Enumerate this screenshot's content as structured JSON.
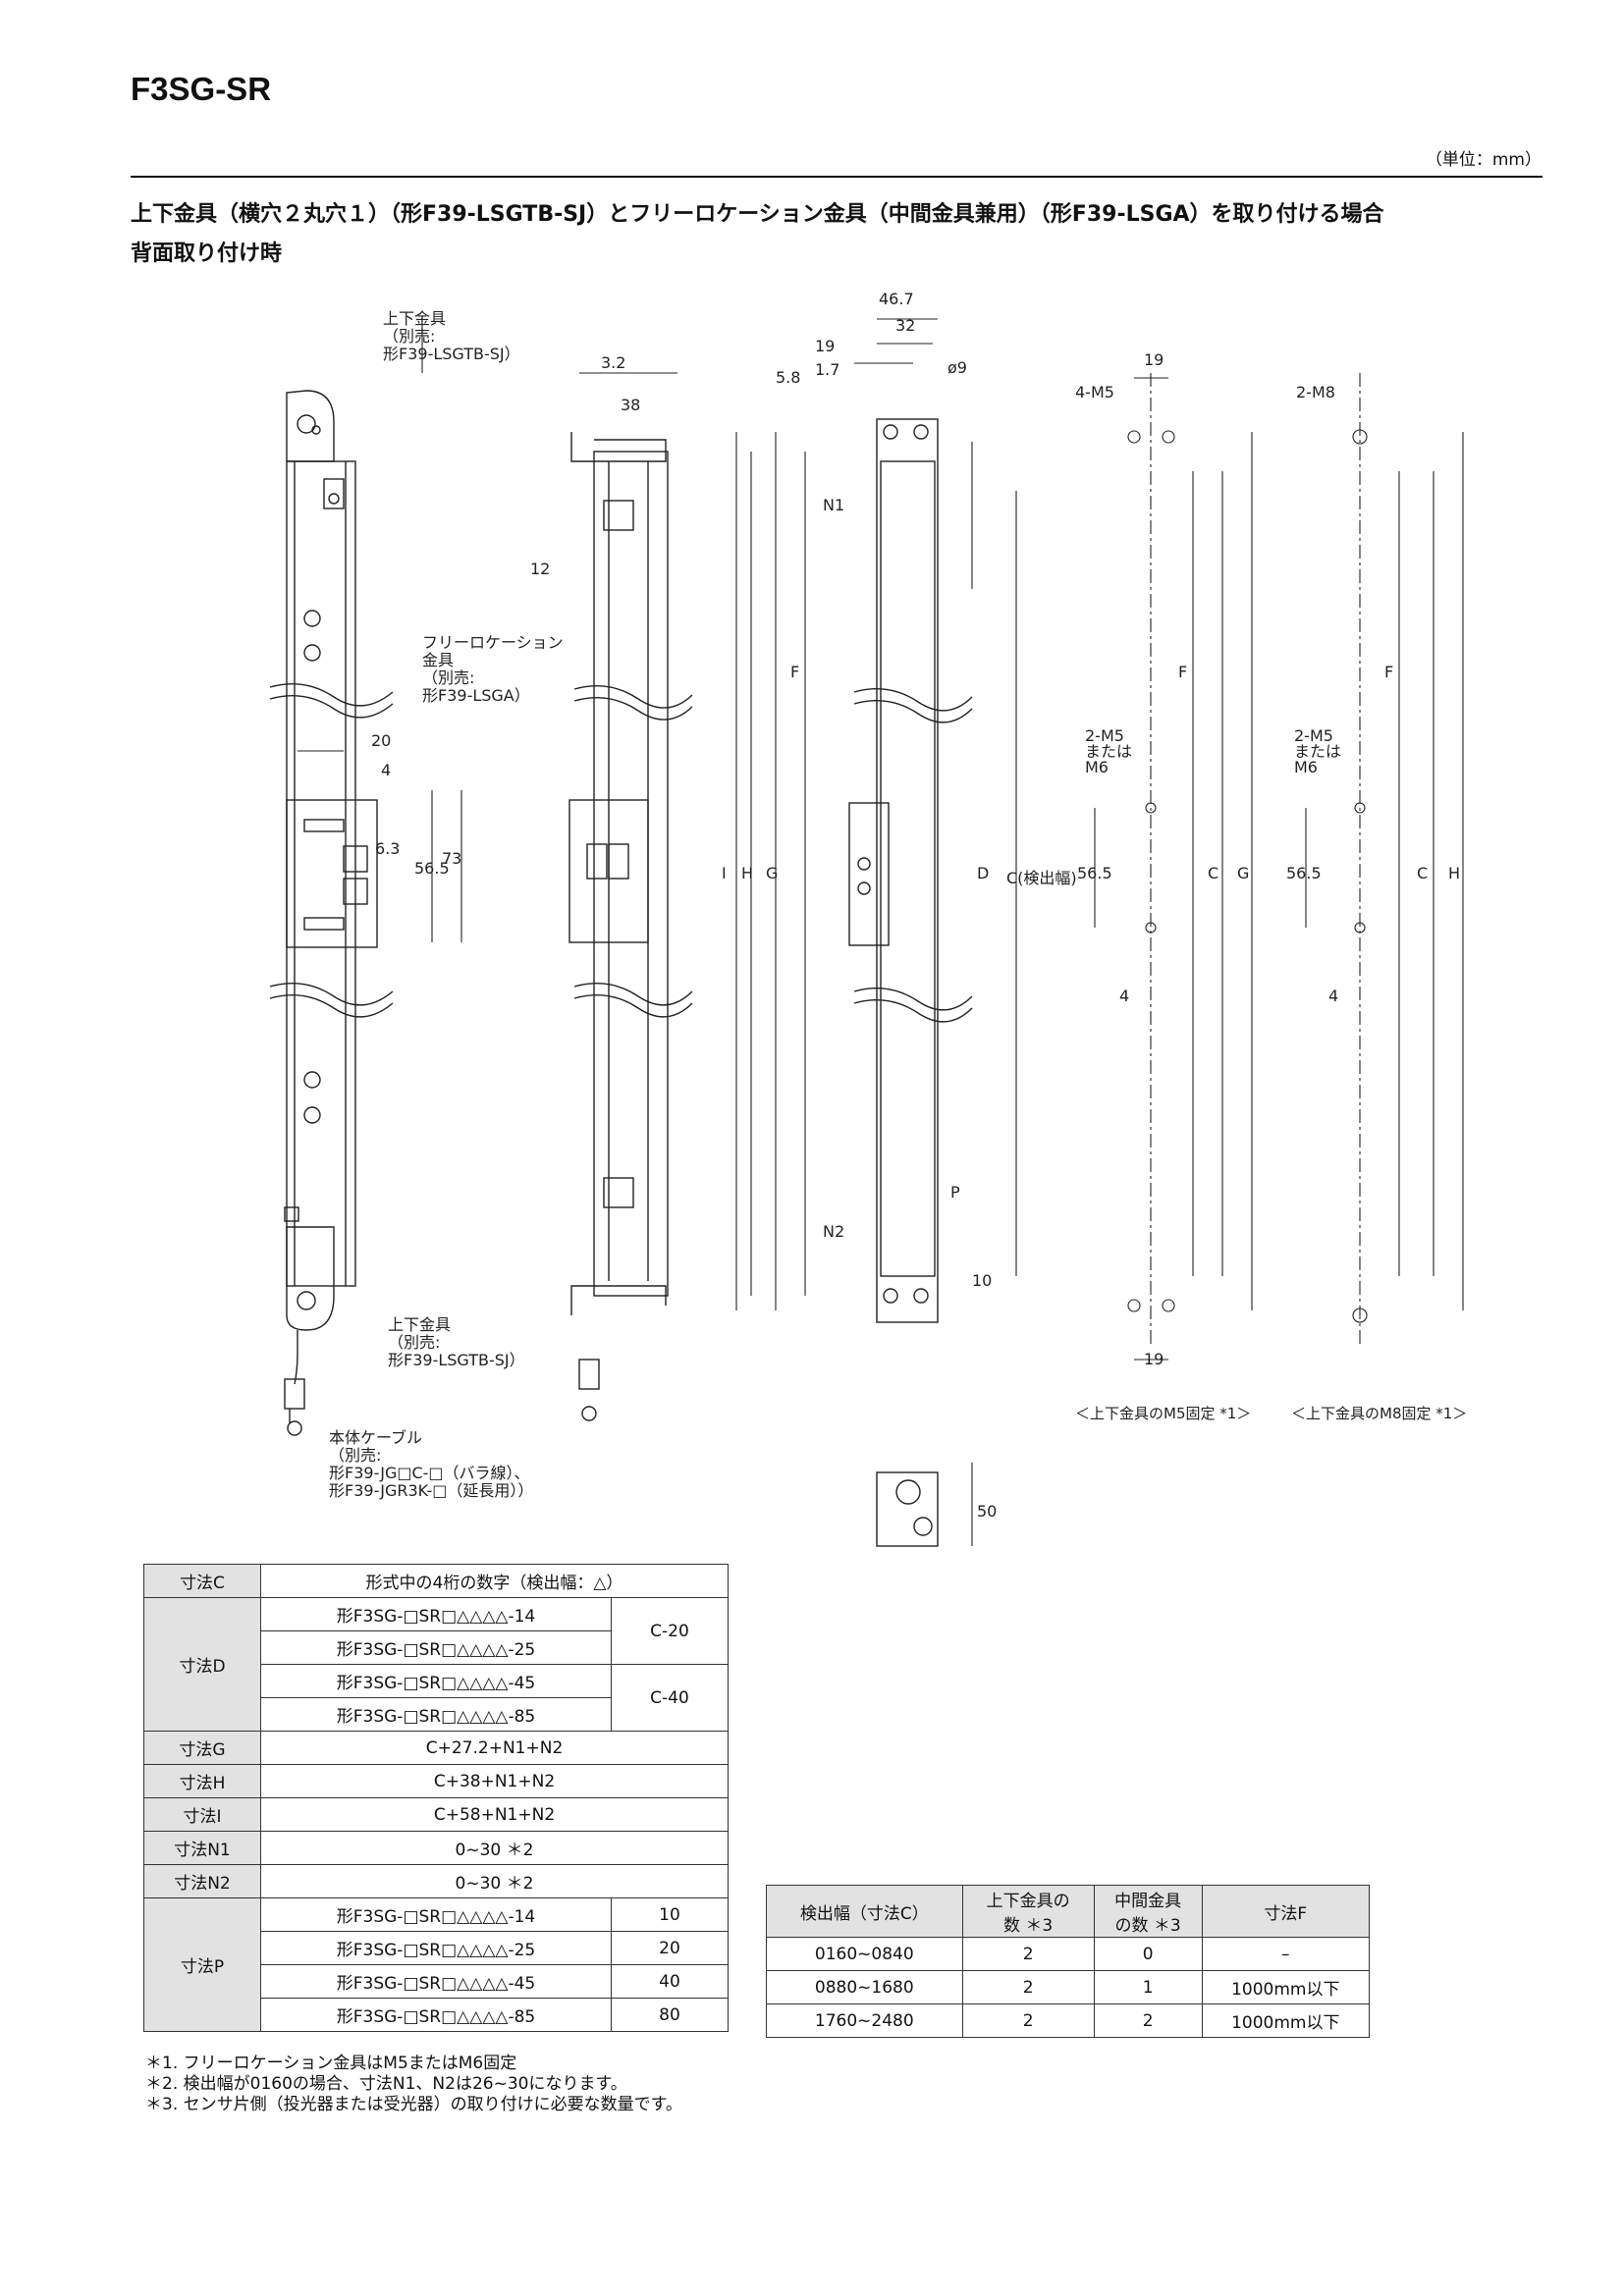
{
  "header": {
    "title": "F3SG-SR",
    "unit": "（単位：mm）",
    "caption1": "上下金具（横穴２丸穴１）（形F39-LSGTB-SJ）とフリーロケーション金具（中間金具兼用）（形F39-LSGA）を取り付ける場合",
    "caption2": "背面取り付け時"
  },
  "drawing": {
    "top_bracket_label": [
      "上下金具",
      "（別売:",
      "形F39-LSGTB-SJ）"
    ],
    "bottom_bracket_label": [
      "上下金具",
      "（別売:",
      "形F39-LSGTB-SJ）"
    ],
    "free_location_label": [
      "フリーロケーション",
      "金具",
      "（別売:",
      "形F39-LSGA）"
    ],
    "cable_label": [
      "本体ケーブル",
      "（別売:",
      "形F39-JG□C-□（バラ線）、",
      "形F39-JGR3K-□（延長用））"
    ],
    "dims": {
      "d3_2": "3.2",
      "d38": "38",
      "d12": "12",
      "d20": "20",
      "d4": "4",
      "d6_3": "6.3",
      "d56_5": "56.5",
      "d73": "73",
      "d46_7": "46.7",
      "d32": "32",
      "d19": "19",
      "d1_7": "1.7",
      "d5_8": "5.8",
      "dphi9": "ø9",
      "N1": "N1",
      "F": "F",
      "I": "I",
      "H": "H",
      "G": "G",
      "D": "D",
      "C": "C(検出幅)",
      "P": "P",
      "N2": "N2",
      "d10": "10",
      "d50": "50"
    },
    "m5_view": {
      "holes": "4-M5",
      "dim19": "19",
      "mid_holes": "2-M5\nまたは\nM6",
      "d56_5": "56.5",
      "d4": "4",
      "F": "F",
      "C": "C",
      "G": "G"
    },
    "m8_view": {
      "holes": "2-M8",
      "mid_holes": "2-M5\nまたは\nM6",
      "d56_5": "56.5",
      "d4": "4",
      "F": "F",
      "C": "C",
      "H": "H"
    },
    "m5_caption": "＜上下金具のM5固定 *1＞",
    "m8_caption": "＜上下金具のM8固定 *1＞",
    "mid_label_line1": "2-M5",
    "mid_label_line2": "または",
    "mid_label_line3": "M6"
  },
  "table1": {
    "rows": [
      {
        "label": "寸法C",
        "desc": "形式中の4桁の数字（検出幅：△）"
      },
      {
        "label": "寸法D",
        "models": [
          "形F3SG-□SR□△△△△-14",
          "形F3SG-□SR□△△△△-25",
          "形F3SG-□SR□△△△△-45",
          "形F3SG-□SR□△△△△-85"
        ],
        "values": [
          "C-20",
          "C-40"
        ]
      },
      {
        "label": "寸法G",
        "desc": "C+27.2+N1+N2"
      },
      {
        "label": "寸法H",
        "desc": "C+38+N1+N2"
      },
      {
        "label": "寸法I",
        "desc": "C+58+N1+N2"
      },
      {
        "label": "寸法N1",
        "desc": "0~30 ＊2"
      },
      {
        "label": "寸法N2",
        "desc": "0~30 ＊2"
      },
      {
        "label": "寸法P",
        "models": [
          "形F3SG-□SR□△△△△-14",
          "形F3SG-□SR□△△△△-25",
          "形F3SG-□SR□△△△△-45",
          "形F3SG-□SR□△△△△-85"
        ],
        "values": [
          "10",
          "20",
          "40",
          "80"
        ]
      }
    ]
  },
  "table2": {
    "headers": [
      "検出幅（寸法C）",
      "上下金具の\n数 ＊3",
      "中間金具\nの数 ＊3",
      "寸法F"
    ],
    "rows": [
      [
        "0160~0840",
        "2",
        "0",
        "–"
      ],
      [
        "0880~1680",
        "2",
        "1",
        "1000mm以下"
      ],
      [
        "1760~2480",
        "2",
        "2",
        "1000mm以下"
      ]
    ]
  },
  "notes": [
    "＊1. フリーロケーション金具はM5またはM6固定",
    "＊2. 検出幅が0160の場合、寸法N1、N2は26~30になります。",
    "＊3. センサ片側（投光器または受光器）の取り付けに必要な数量です。"
  ]
}
